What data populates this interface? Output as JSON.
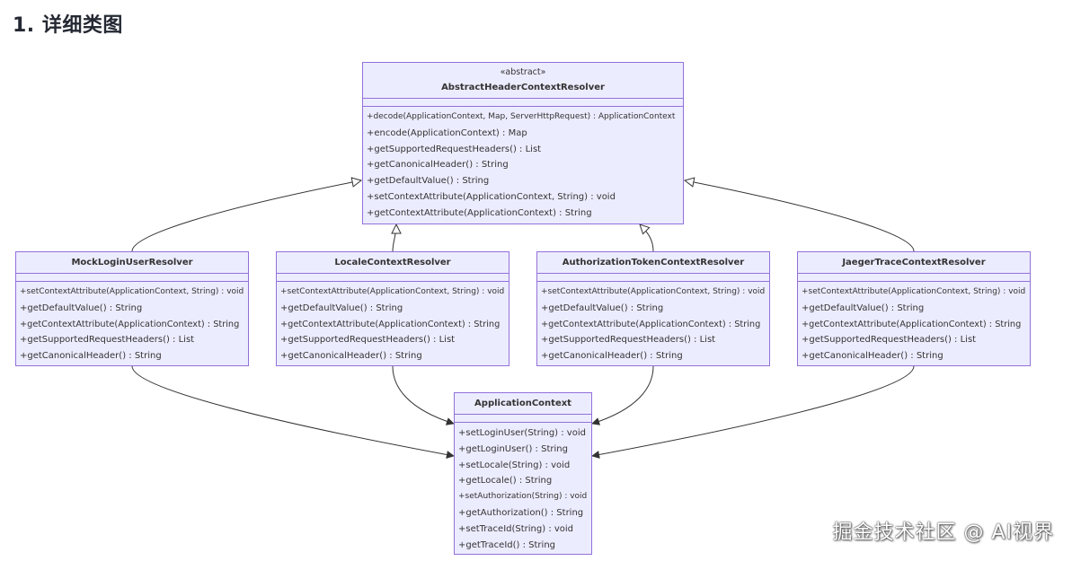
{
  "heading": "1. 详细类图",
  "watermark": "掘金技术社区 @ AI视界",
  "classes": {
    "abstract": {
      "stereotype": "«abstract»",
      "name": "AbstractHeaderContextResolver",
      "methods": [
        "+decode(ApplicationContext, Map, ServerHttpRequest) : ApplicationContext",
        "+encode(ApplicationContext) : Map",
        "+getSupportedRequestHeaders() : List",
        "+getCanonicalHeader() : String",
        "+getDefaultValue() : String",
        "+setContextAttribute(ApplicationContext, String) : void",
        "+getContextAttribute(ApplicationContext) : String"
      ]
    },
    "mock": {
      "name": "MockLoginUserResolver",
      "methods": [
        "+setContextAttribute(ApplicationContext, String) : void",
        "+getDefaultValue() : String",
        "+getContextAttribute(ApplicationContext) : String",
        "+getSupportedRequestHeaders() : List",
        "+getCanonicalHeader() : String"
      ]
    },
    "locale": {
      "name": "LocaleContextResolver",
      "methods": [
        "+setContextAttribute(ApplicationContext, String) : void",
        "+getDefaultValue() : String",
        "+getContextAttribute(ApplicationContext) : String",
        "+getSupportedRequestHeaders() : List",
        "+getCanonicalHeader() : String"
      ]
    },
    "auth": {
      "name": "AuthorizationTokenContextResolver",
      "methods": [
        "+setContextAttribute(ApplicationContext, String) : void",
        "+getDefaultValue() : String",
        "+getContextAttribute(ApplicationContext) : String",
        "+getSupportedRequestHeaders() : List",
        "+getCanonicalHeader() : String"
      ]
    },
    "jaeger": {
      "name": "JaegerTraceContextResolver",
      "methods": [
        "+setContextAttribute(ApplicationContext, String) : void",
        "+getDefaultValue() : String",
        "+getContextAttribute(ApplicationContext) : String",
        "+getSupportedRequestHeaders() : List",
        "+getCanonicalHeader() : String"
      ]
    },
    "appctx": {
      "name": "ApplicationContext",
      "methods": [
        "+setLoginUser(String) : void",
        "+getLoginUser() : String",
        "+setLocale(String) : void",
        "+getLocale() : String",
        "+setAuthorization(String) : void",
        "+getAuthorization() : String",
        "+setTraceId(String) : void",
        "+getTraceId() : String"
      ]
    }
  }
}
